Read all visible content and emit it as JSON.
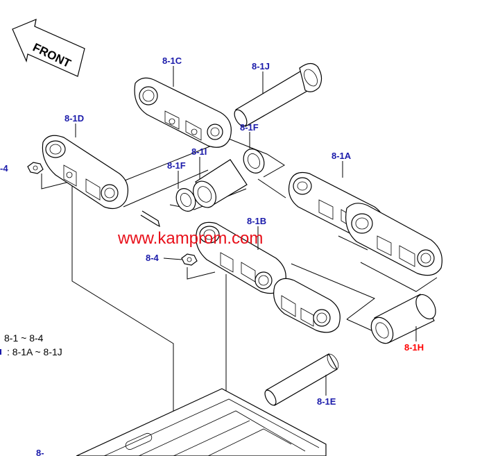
{
  "colors": {
    "callout": "#1a1aaa",
    "watermark": "#e8101a",
    "highlight": "#ff0000",
    "line": "#000000"
  },
  "direction_label": "FRONT",
  "watermark": "www.kamprom.com",
  "callouts": {
    "c_8_1C": "8-1C",
    "c_8_1J": "8-1J",
    "c_8_1D": "8-1D",
    "c_8_1F_top": "8-1F",
    "c_8_1I": "8-1I",
    "c_8_1F_left": "8-1F",
    "c_8_1A": "8-1A",
    "c_8_4_left": "-4",
    "c_8_1B": "8-1B",
    "c_8_4_mid": "8-4",
    "c_8_1H": "8-1H",
    "c_8_1E": "8-1E",
    "c_8_partial": "8-"
  },
  "range_labels": {
    "line1": "8-1 ~ 8-4",
    "line2": ": 8-1A ~ 8-1J"
  }
}
